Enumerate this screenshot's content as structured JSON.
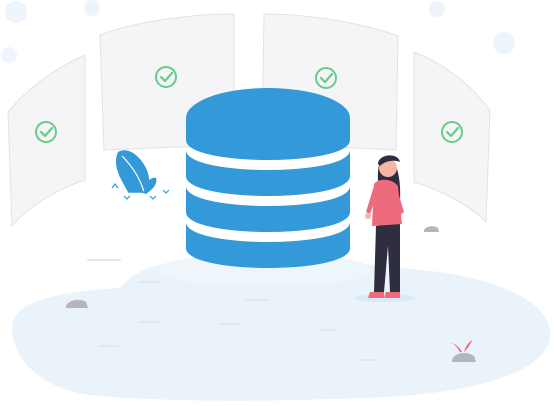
{
  "illustration": {
    "icons": [
      "check-circle-icon",
      "database-icon",
      "plant-icon",
      "rock-icon",
      "person-figure"
    ],
    "colors": {
      "primary_blue": "#3399d9",
      "check_green": "#66cc88",
      "panel_fill": "#f5f5f7",
      "panel_stroke": "#e3e3e6",
      "ground": "#eaf3fa",
      "shirt": "#ee6b7c",
      "pants": "#2f2e41",
      "hair": "#2f2e41",
      "skin": "#f3b6a5",
      "rock": "#b6b6b8"
    },
    "panel_count": 4,
    "checked_panels": 4
  }
}
